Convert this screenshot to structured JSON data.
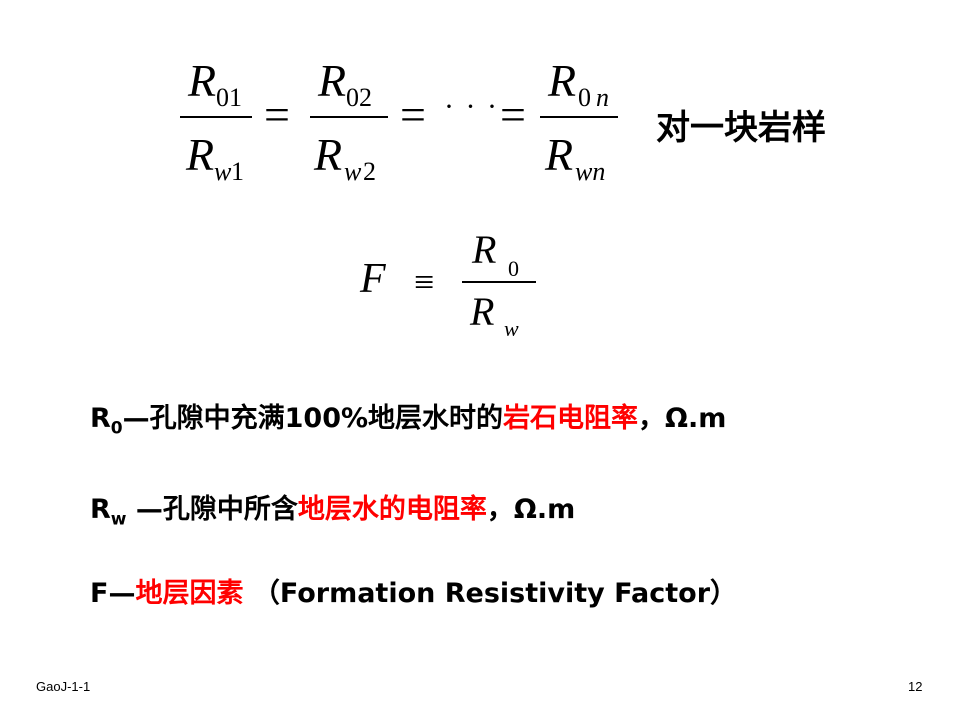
{
  "slide": {
    "equation1": {
      "frac1": {
        "num_sub": "01",
        "den_sub_var": "w",
        "den_sub_num": "1"
      },
      "frac2": {
        "num_sub": "02",
        "den_sub_var": "w",
        "den_sub_num": "2"
      },
      "frac3": {
        "num_sub_num": "0",
        "num_sub_var": "n",
        "den_sub": "wn"
      },
      "symbol_R": "R",
      "equals": "=",
      "dots": "· · ·"
    },
    "sample_label": "对一块岩样",
    "equation2": {
      "lhs": "F",
      "equiv": "≡",
      "num": "R",
      "num_sub": "0",
      "den": "R",
      "den_sub": "w"
    },
    "definitions": [
      {
        "symbol": "R",
        "sub": "0",
        "text_black": "—孔隙中充满100%地层水时的",
        "text_red": "岩石电阻率",
        "unit": "，Ω.m"
      },
      {
        "symbol": "R",
        "sub": "w",
        "text_black": " —孔隙中所含",
        "text_red": "地层水的电阻率",
        "unit": "，Ω.m"
      },
      {
        "symbol": "F",
        "text_black": "—",
        "text_red": "地层因素",
        "tail": " （Formation Resistivity Factor）"
      }
    ],
    "footer": {
      "left": "GaoJ-1-1",
      "right": "12"
    }
  }
}
